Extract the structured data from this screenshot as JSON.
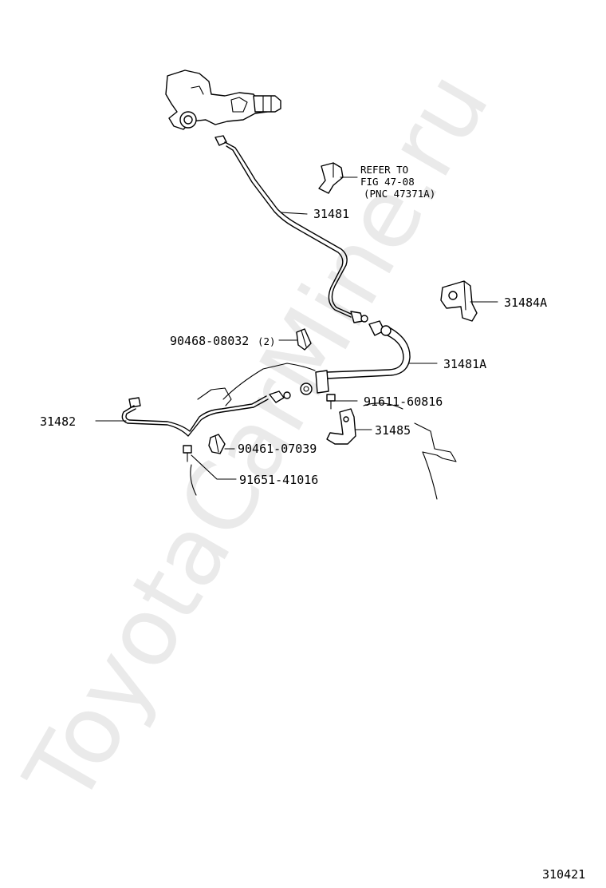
{
  "watermark": "ToyotaCarMine.ru",
  "callouts": {
    "refer_line1": "REFER TO",
    "refer_line2": "FIG 47-08",
    "refer_line3": "(PNC 47371A)",
    "p31481": "31481",
    "p31484a": "31484A",
    "p90468": "90468-08032",
    "p90468_qty": "(2)",
    "p31481a": "31481A",
    "p91611": "91611-60816",
    "p31482": "31482",
    "p31485": "31485",
    "p90461": "90461-07039",
    "p91651": "91651-41016"
  },
  "figure_id": "310421"
}
